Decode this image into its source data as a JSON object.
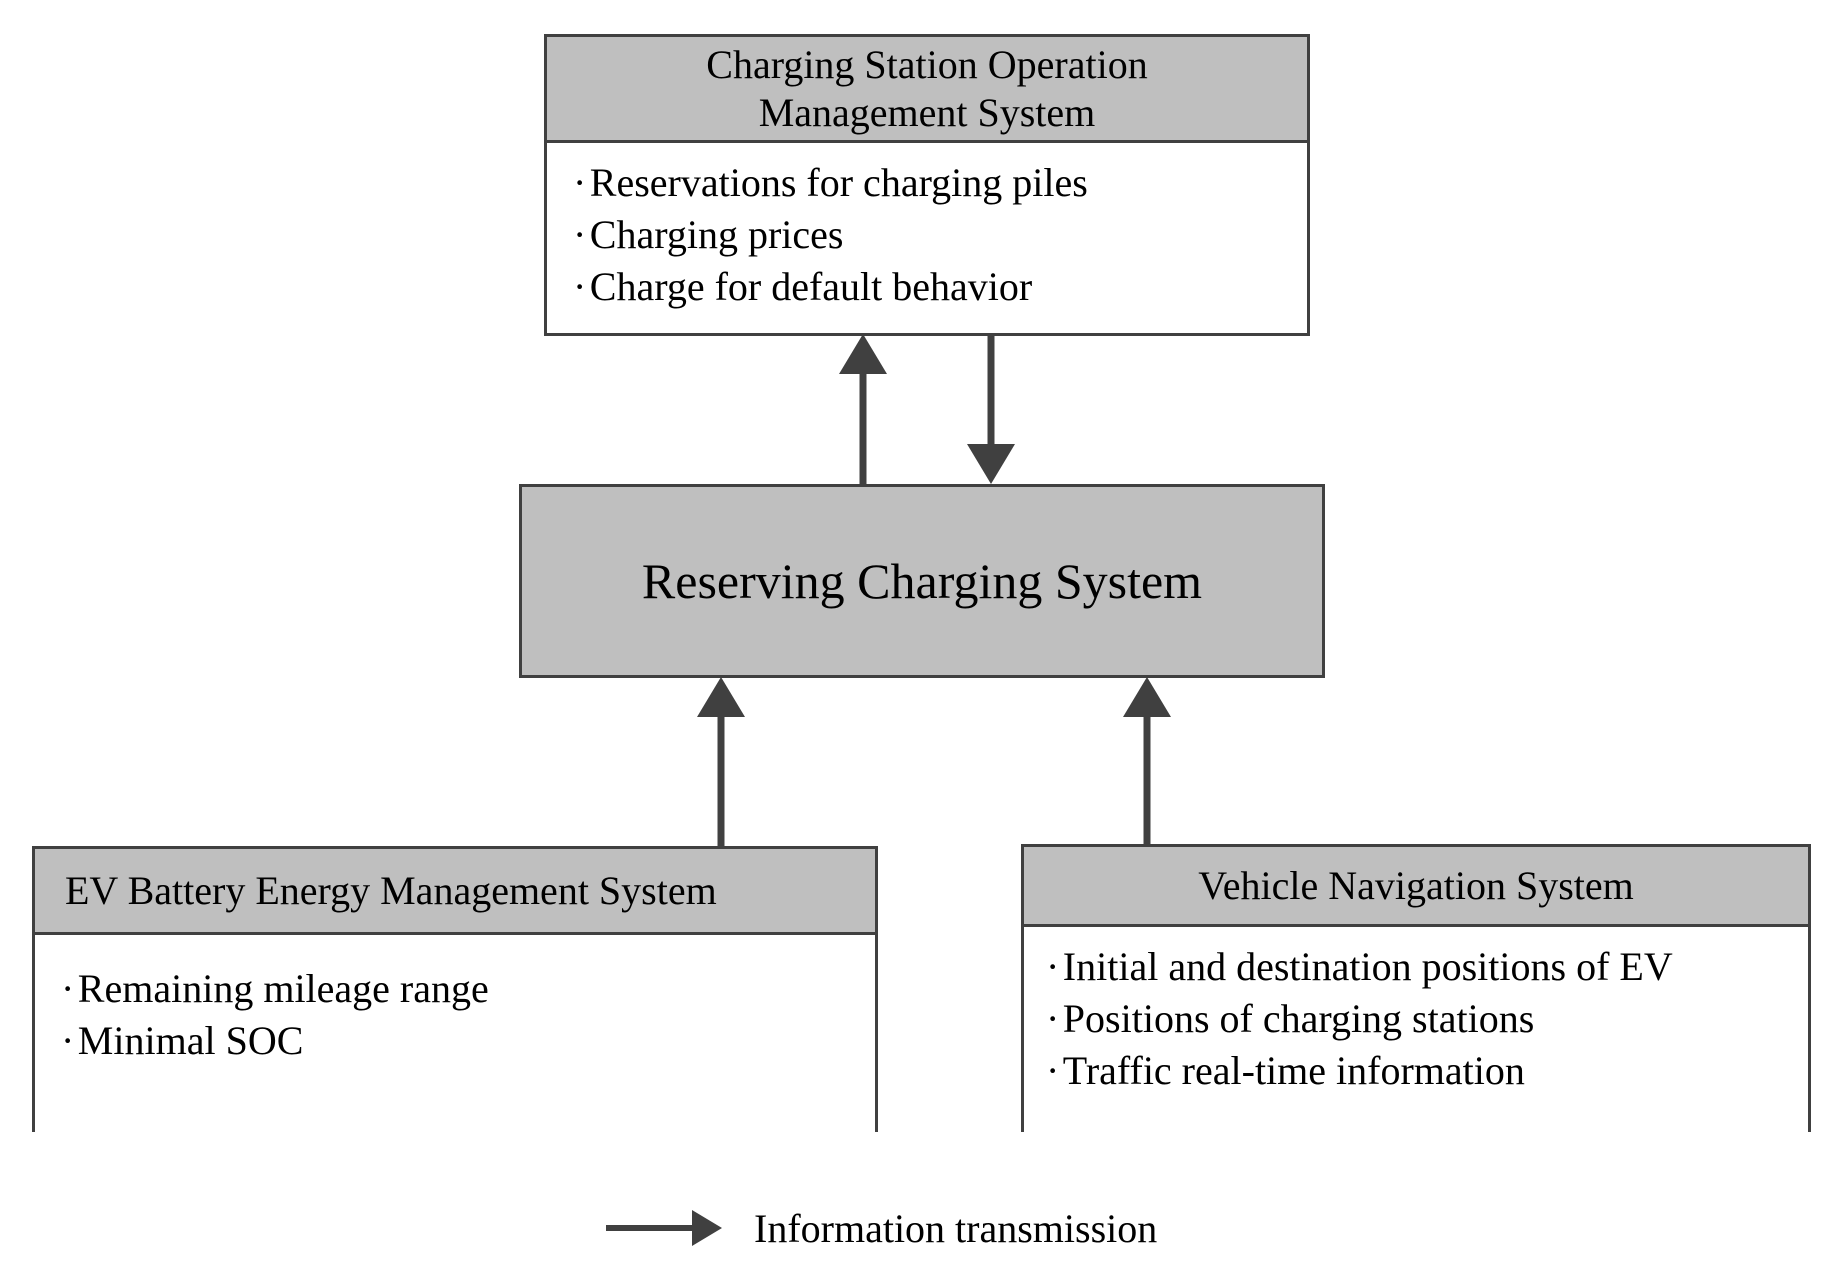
{
  "diagram": {
    "nodes": {
      "charging_station": {
        "title_line1": "Charging Station Operation",
        "title_line2": "Management System",
        "items": [
          "Reservations for charging piles",
          "Charging prices",
          "Charge for default behavior"
        ]
      },
      "reserving_system": {
        "title": "Reserving Charging System"
      },
      "ev_battery": {
        "title": "EV Battery Energy Management System",
        "items": [
          "Remaining mileage range",
          "Minimal SOC"
        ]
      },
      "vehicle_navigation": {
        "title": "Vehicle Navigation System",
        "items": [
          "Initial and destination positions of EV",
          "Positions of charging stations",
          "Traffic real-time information"
        ]
      }
    },
    "bullet_char": "·",
    "legend": {
      "label": "Information transmission"
    },
    "colors": {
      "header_fill": "#bfbfbf",
      "body_fill": "#ffffff",
      "stroke": "#404040",
      "text": "#000000",
      "background": "#ffffff"
    }
  }
}
